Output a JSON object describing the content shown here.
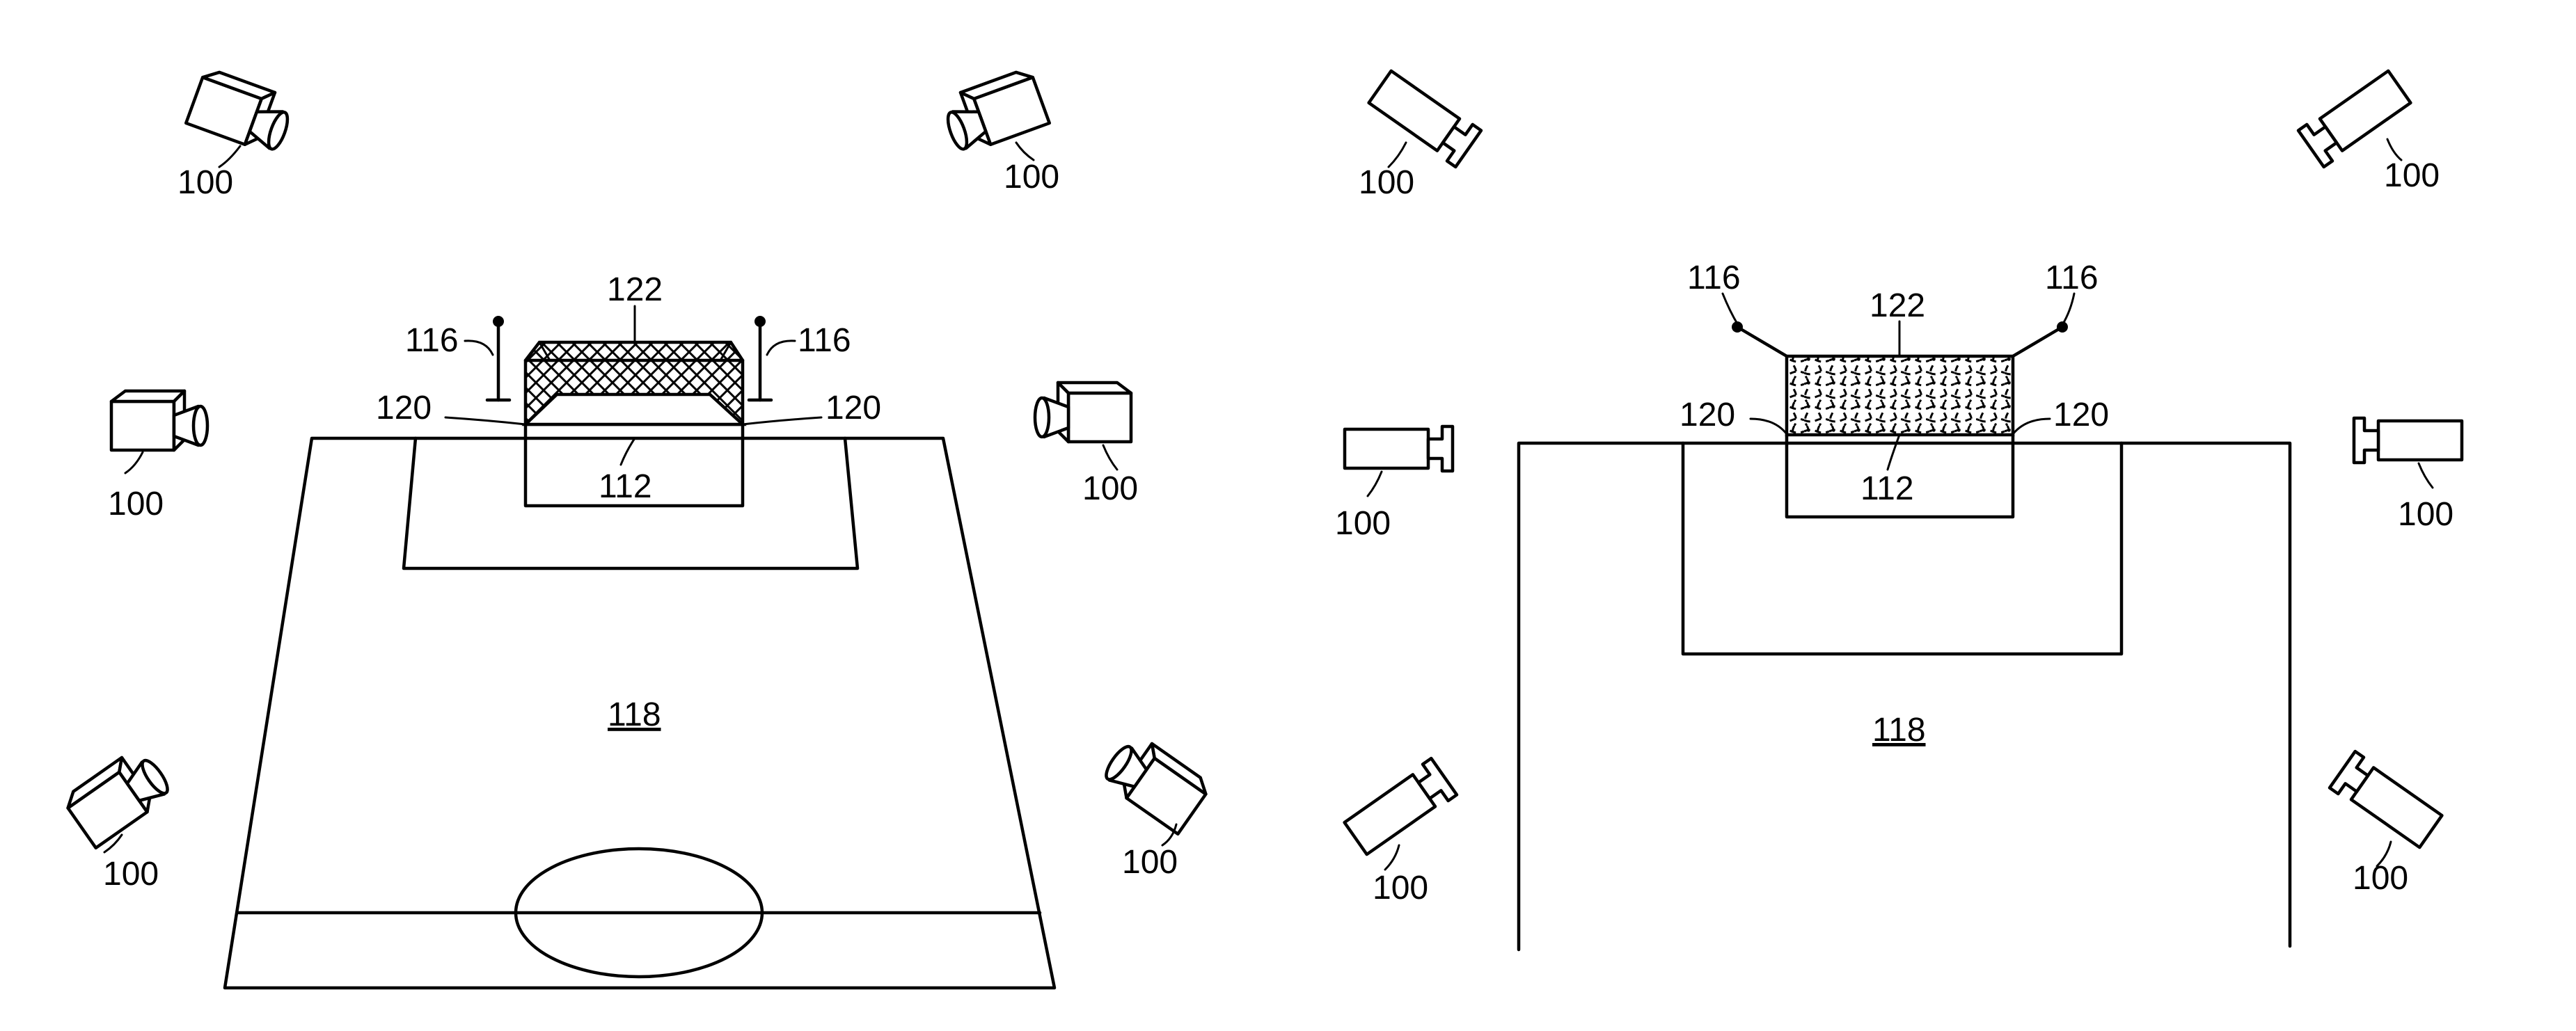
{
  "colors": {
    "ink": "#000000",
    "paper": "#ffffff"
  },
  "icons": {
    "camera": "video-camera-icon"
  },
  "labels": {
    "camera": "100",
    "goal": "112",
    "pole": "116",
    "pitch": "118",
    "goal_post": "120",
    "net": "122"
  }
}
